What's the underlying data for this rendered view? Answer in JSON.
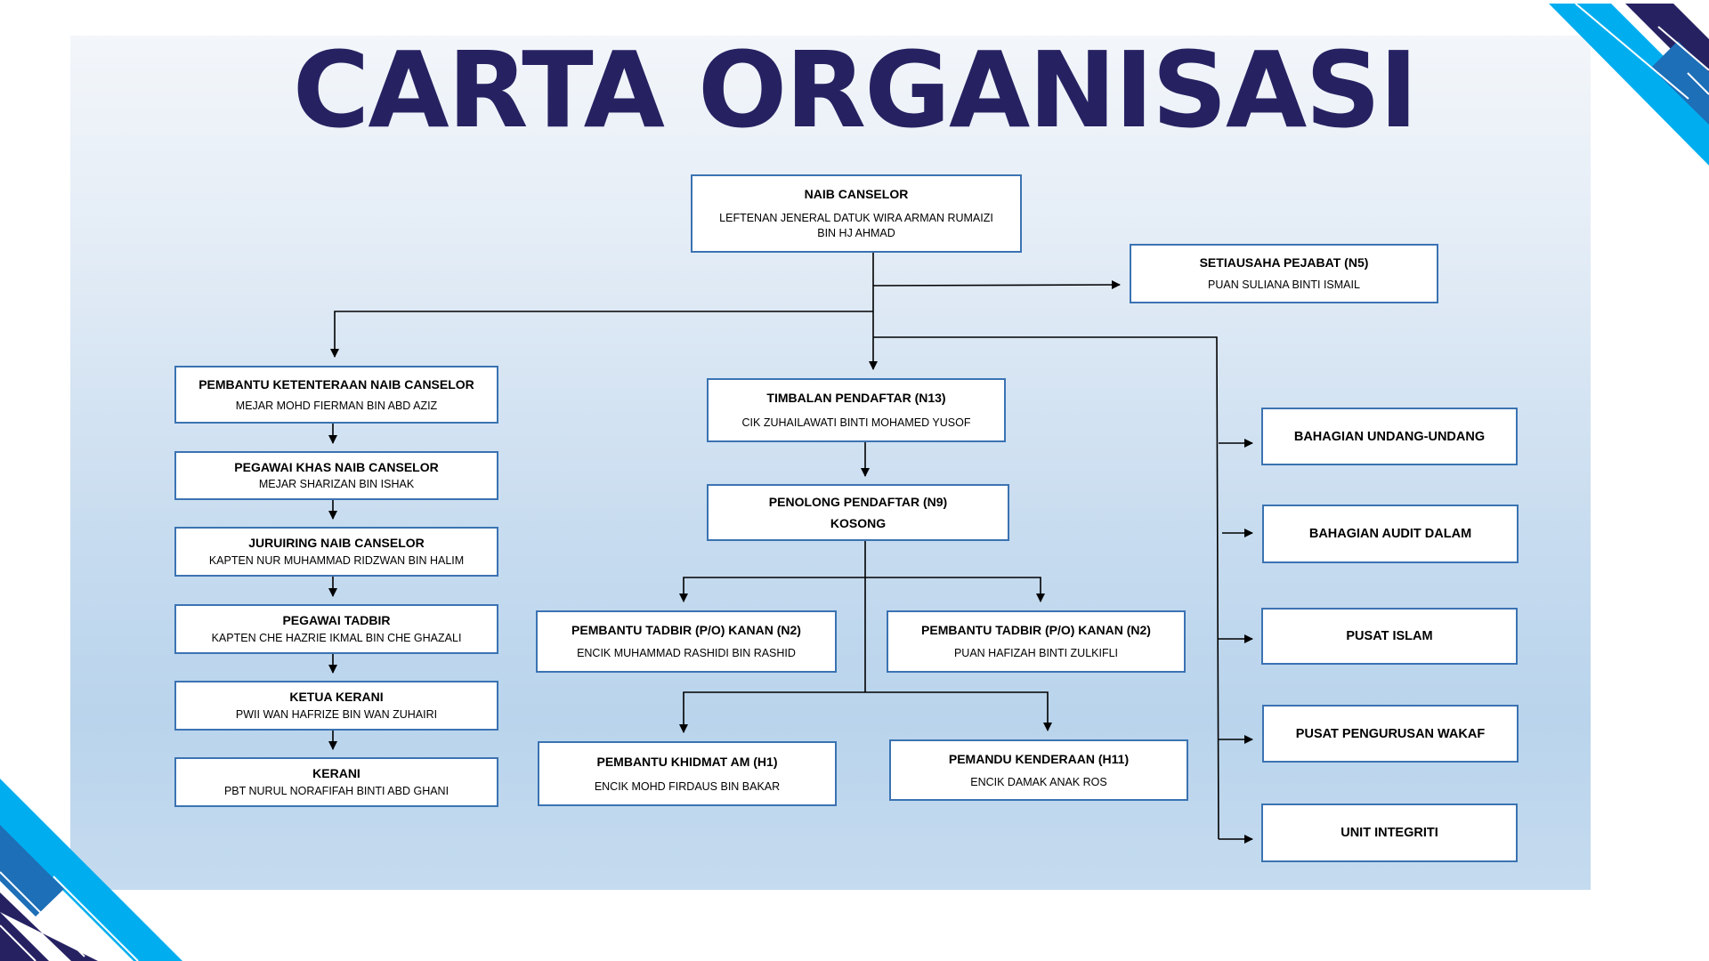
{
  "title": "CARTA ORGANISASI",
  "colors": {
    "title": "#262262",
    "box_border": "#3b73b2",
    "connector": "#000000",
    "deco_navy": "#262262",
    "deco_cyan": "#00aeef",
    "deco_blue": "#1d6fb8"
  },
  "chart": {
    "top": {
      "role": "NAIB CANSELOR",
      "name": "LEFTENAN JENERAL DATUK WIRA ARMAN RUMAIZI BIN HJ AHMAD"
    },
    "secretary": {
      "role": "SETIAUSAHA PEJABAT (N5)",
      "name": "PUAN SULIANA BINTI ISMAIL"
    },
    "left_chain": [
      {
        "role": "PEMBANTU KETENTERAAN NAIB CANSELOR",
        "name": "MEJAR MOHD FIERMAN BIN ABD AZIZ"
      },
      {
        "role": "PEGAWAI KHAS NAIB CANSELOR",
        "name": "MEJAR SHARIZAN BIN ISHAK"
      },
      {
        "role": "JURUIRING NAIB CANSELOR",
        "name": "KAPTEN NUR MUHAMMAD RIDZWAN BIN HALIM"
      },
      {
        "role": "PEGAWAI TADBIR",
        "name": "KAPTEN CHE HAZRIE IKMAL BIN CHE GHAZALI"
      },
      {
        "role": "KETUA KERANI",
        "name": "PWII WAN HAFRIZE BIN WAN ZUHAIRI"
      },
      {
        "role": "KERANI",
        "name": "PBT NURUL NORAFIFAH BINTI ABD GHANI"
      }
    ],
    "center": {
      "deputy": {
        "role": "TIMBALAN PENDAFTAR (N13)",
        "name": "CIK ZUHAILAWATI BINTI MOHAMED YUSOF"
      },
      "assistant": {
        "role": "PENOLONG PENDAFTAR (N9)",
        "name": "KOSONG"
      },
      "staff": [
        {
          "role": "PEMBANTU TADBIR (P/O) KANAN (N2)",
          "name": "ENCIK MUHAMMAD RASHIDI BIN RASHID"
        },
        {
          "role": "PEMBANTU TADBIR (P/O) KANAN (N2)",
          "name": "PUAN HAFIZAH BINTI ZULKIFLI"
        },
        {
          "role": "PEMBANTU KHIDMAT AM (H1)",
          "name": "ENCIK MOHD FIRDAUS BIN BAKAR"
        },
        {
          "role": "PEMANDU KENDERAAN (H11)",
          "name": "ENCIK DAMAK ANAK ROS"
        }
      ]
    },
    "units": [
      "BAHAGIAN UNDANG-UNDANG",
      "BAHAGIAN AUDIT DALAM",
      "PUSAT ISLAM",
      "PUSAT PENGURUSAN WAKAF",
      "UNIT INTEGRITI"
    ]
  }
}
